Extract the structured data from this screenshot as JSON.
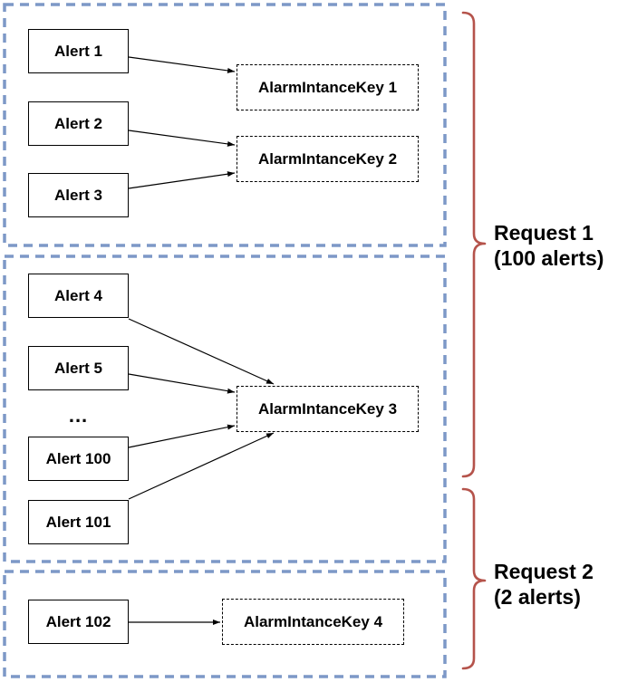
{
  "diagram": {
    "alerts": [
      "Alert 1",
      "Alert 2",
      "Alert 3",
      "Alert 4",
      "Alert 5",
      "Alert 100",
      "Alert 101",
      "Alert 102"
    ],
    "ellipsis": "...",
    "keys": [
      "AlarmIntanceKey 1",
      "AlarmIntanceKey 2",
      "AlarmIntanceKey 3",
      "AlarmIntanceKey 4"
    ],
    "requests": [
      {
        "title": "Request 1",
        "subtitle": "(100 alerts)"
      },
      {
        "title": "Request 2",
        "subtitle": "(2 alerts)"
      }
    ],
    "colors": {
      "group_border": "#7d98c7",
      "brace": "#b5534b",
      "shape_border": "#000000",
      "text": "#000000"
    }
  }
}
